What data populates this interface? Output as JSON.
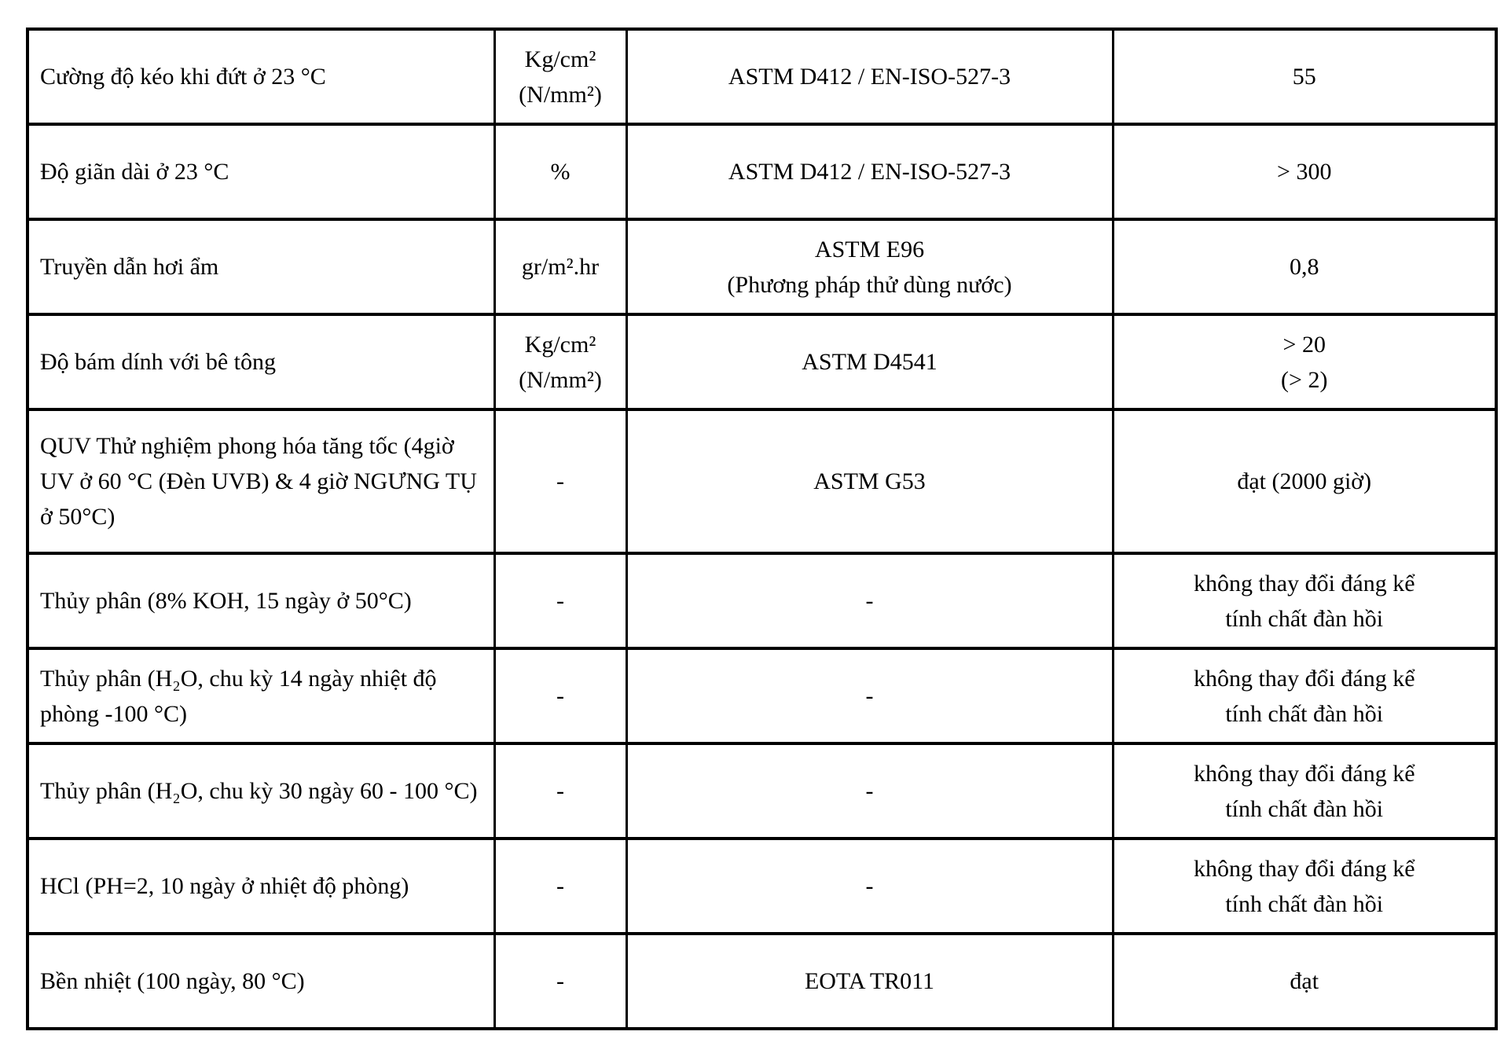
{
  "colors": {
    "background": "#ffffff",
    "border": "#000000",
    "text": "#000000"
  },
  "table": {
    "rows": [
      {
        "name": "Cường độ kéo khi đứt ở 23 °C",
        "unit": "Kg/cm²\n(N/mm²)",
        "method": "ASTM D412 / EN-ISO-527-3",
        "value": "55"
      },
      {
        "name": "Độ giãn dài ở 23 °C",
        "unit": "%",
        "method": "ASTM D412 / EN-ISO-527-3",
        "value": "> 300"
      },
      {
        "name": "Truyền dẫn hơi ẩm",
        "unit": "gr/m².hr",
        "method": "ASTM E96\n(Phương pháp thử dùng nước)",
        "value": "0,8"
      },
      {
        "name": "Độ bám dính với bê tông",
        "unit": "Kg/cm²\n(N/mm²)",
        "method": "ASTM D4541",
        "value": "> 20\n(> 2)"
      },
      {
        "name": "QUV Thử nghiệm phong hóa tăng tốc (4giờ UV ở 60 °C (Đèn UVB) & 4 giờ NGƯNG TỤ ở 50°C)",
        "unit": "-",
        "method": "ASTM G53",
        "value": "đạt (2000 giờ)"
      },
      {
        "name": "Thủy phân (8% KOH, 15 ngày ở 50°C)",
        "unit": "-",
        "method": "-",
        "value": "không thay đổi đáng kể\ntính chất đàn hồi"
      },
      {
        "name": "Thủy phân (H₂O, chu kỳ 14 ngày nhiệt độ phòng -100 °C)",
        "unit": "-",
        "method": "-",
        "value": "không thay đổi đáng kể\ntính chất đàn hồi"
      },
      {
        "name": "Thủy phân (H₂O, chu kỳ 30 ngày 60 - 100 °C)",
        "unit": "-",
        "method": "-",
        "value": "không thay đổi đáng kể\ntính chất đàn hồi"
      },
      {
        "name": "HCl (PH=2, 10 ngày ở nhiệt độ phòng)",
        "unit": "-",
        "method": "-",
        "value": "không thay đổi đáng kể\ntính chất đàn hồi"
      },
      {
        "name": "Bền nhiệt (100 ngày, 80 °C)",
        "unit": "-",
        "method": "EOTA TR011",
        "value": "đạt"
      }
    ]
  }
}
